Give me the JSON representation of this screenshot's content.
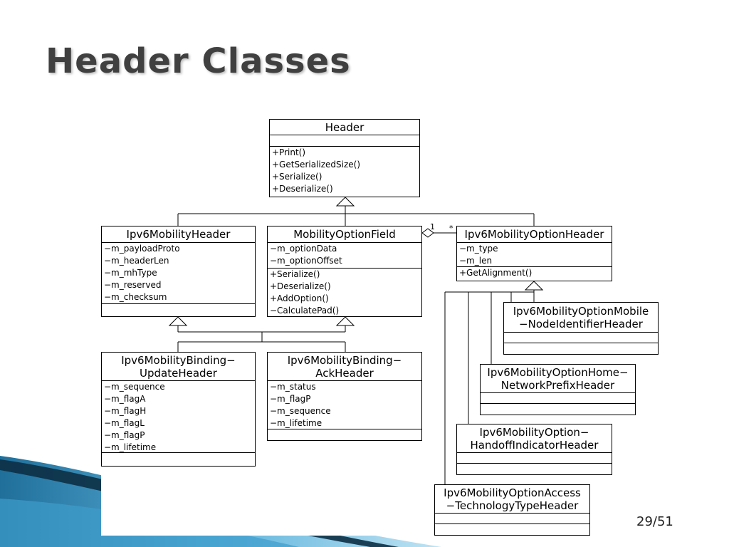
{
  "slide": {
    "title": "Header Classes",
    "page_number": "29/51"
  },
  "classes": {
    "header": {
      "name": [
        "Header"
      ],
      "attributes": [],
      "operations": [
        "+Print()",
        "+GetSerializedSize()",
        "+Serialize()",
        "+Deserialize()"
      ]
    },
    "ipv6_mobility_header": {
      "name": [
        "Ipv6MobilityHeader"
      ],
      "attributes": [
        "−m_payloadProto",
        "−m_headerLen",
        "−m_mhType",
        "−m_reserved",
        "−m_checksum"
      ],
      "operations": []
    },
    "mobility_option_field": {
      "name": [
        "MobilityOptionField"
      ],
      "attributes": [
        "−m_optionData",
        "−m_optionOffset"
      ],
      "operations": [
        "+Serialize()",
        "+Deserialize()",
        "+AddOption()",
        "−CalculatePad()"
      ]
    },
    "ipv6_mobility_option_header": {
      "name": [
        "Ipv6MobilityOptionHeader"
      ],
      "attributes": [
        "−m_type",
        "−m_len"
      ],
      "operations": [
        "+GetAlignment()"
      ]
    },
    "binding_update_header": {
      "name": [
        "Ipv6MobilityBinding−",
        "UpdateHeader"
      ],
      "attributes": [
        "−m_sequence",
        "−m_flagA",
        "−m_flagH",
        "−m_flagL",
        "−m_flagP",
        "−m_lifetime"
      ],
      "operations": []
    },
    "binding_ack_header": {
      "name": [
        "Ipv6MobilityBinding−",
        "AckHeader"
      ],
      "attributes": [
        "−m_status",
        "−m_flagP",
        "−m_sequence",
        "−m_lifetime"
      ],
      "operations": []
    },
    "option_mobile_node_identifier_header": {
      "name": [
        "Ipv6MobilityOptionMobile",
        "−NodeIdentifierHeader"
      ],
      "attributes": [],
      "operations": []
    },
    "option_home_network_prefix_header": {
      "name": [
        "Ipv6MobilityOptionHome−",
        "NetworkPrefixHeader"
      ],
      "attributes": [],
      "operations": []
    },
    "option_handoff_indicator_header": {
      "name": [
        "Ipv6MobilityOption−",
        "HandoffIndicatorHeader"
      ],
      "attributes": [],
      "operations": []
    },
    "option_access_technology_type_header": {
      "name": [
        "Ipv6MobilityOptionAccess",
        "−TechnologyTypeHeader"
      ],
      "attributes": [],
      "operations": []
    }
  },
  "association": {
    "source_multiplicity": "1",
    "target_multiplicity": "*"
  },
  "colors": {
    "title": "#404040",
    "swoosh_light": "#5fb4dc",
    "swoosh_dark": "#1f6f9a",
    "line": "#000000"
  }
}
